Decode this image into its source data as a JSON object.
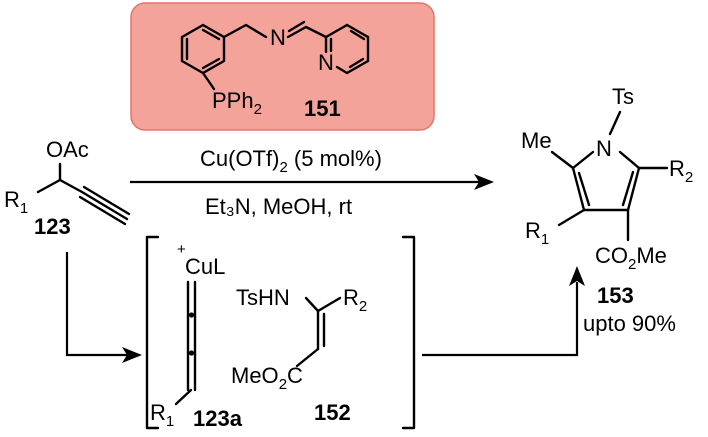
{
  "catalyst": {
    "background_color": "#f4a39a",
    "border_color": "#e57468",
    "n_label": "N",
    "pyridine_n_label": "N",
    "p_label": "PPh",
    "p_sub": "2",
    "compound_number": "151"
  },
  "starting_material": {
    "oac_label": "OAc",
    "r_label": "R",
    "r_sub": "1",
    "compound_number": "123"
  },
  "conditions": {
    "line1_prefix": "Cu(OTf)",
    "line1_sub": "2",
    "line1_suffix": " (5 mol%)",
    "line2": "Et₃N, MeOH, rt"
  },
  "product": {
    "me_label": "Me",
    "n_label": "N",
    "ts_label": "Ts",
    "r2_label": "R",
    "r2_sub": "2",
    "r1_label": "R",
    "r1_sub": "1",
    "ester_prefix": "CO",
    "ester_sub": "2",
    "ester_suffix": "Me",
    "compound_number": "153",
    "yield_text": "upto 90%"
  },
  "intermediates": {
    "allenyl": {
      "charge": "+",
      "cu_label": "CuL",
      "r_label": "R",
      "r_sub": "1",
      "compound_number": "123a"
    },
    "enamine": {
      "tshn_label": "TsHN",
      "r2_label": "R",
      "r2_sub": "2",
      "ester_prefix": "MeO",
      "ester_sub": "2",
      "ester_suffix": "C",
      "compound_number": "152"
    }
  }
}
